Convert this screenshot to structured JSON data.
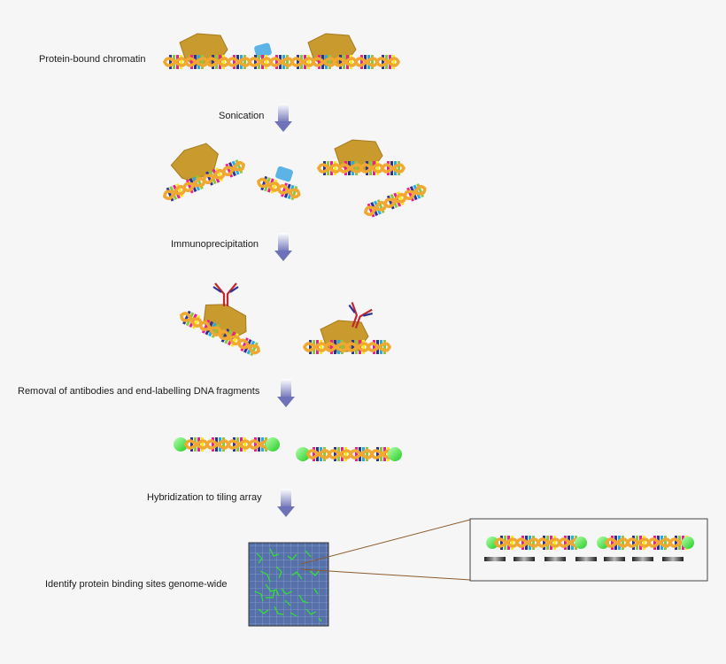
{
  "steps": [
    {
      "label": "Protein-bound chromatin"
    },
    {
      "label": "Sonication"
    },
    {
      "label": "Immunoprecipitation"
    },
    {
      "label": "Removal of antibodies and end-labelling DNA fragments"
    },
    {
      "label": "Hybridization to tiling array"
    },
    {
      "label": "Identify protein binding sites genome-wide"
    }
  ],
  "colors": {
    "background": "#f6f6f6",
    "dna_strand": "#f0a830",
    "dna_rungs": [
      "#ee1c8c",
      "#2e3192",
      "#8dc63f",
      "#f7ec13",
      "#29abe2"
    ],
    "protein_large": "#c99a2e",
    "protein_small": "#5bb4e5",
    "antibody_outer": "#c1272d",
    "antibody_inner": "#2e3192",
    "label_bead": "#3dde3d",
    "arrow": "#7b7fbf",
    "array_fill": "#5570a8",
    "array_spots": "#2ee62e",
    "zoom_line": "#8b5a2b"
  },
  "icons": [
    "arrow-down-icon",
    "protein-icon",
    "antibody-icon",
    "label-bead-icon",
    "tiling-array-icon"
  ]
}
